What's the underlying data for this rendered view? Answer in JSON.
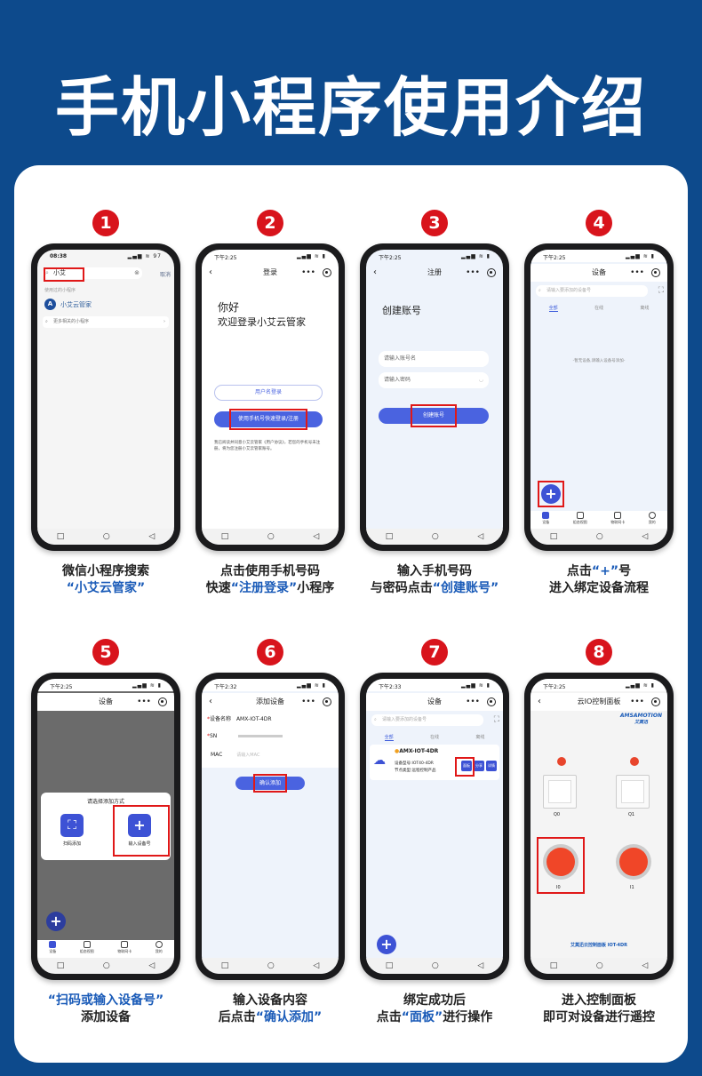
{
  "title": "手机小程序使用介绍",
  "steps": [
    {
      "num": "1",
      "caption_line1": "微信小程序搜索",
      "caption_line2_hl": "“小艾云管家”",
      "screen": {
        "time": "08:38",
        "battery": "97",
        "search_value": "小艾",
        "cancel": "取消",
        "section_label": "使用过的小程序",
        "app_name": "小艾云管家",
        "more_link": "更多相关的小程序"
      }
    },
    {
      "num": "2",
      "caption_line1": "点击使用手机号码",
      "caption_line2_pre": "快速",
      "caption_line2_hl": "“注册登录”",
      "caption_line2_post": "小程序",
      "screen": {
        "time": "下午2:25",
        "nav_title": "登录",
        "greeting1": "你好",
        "greeting2": "欢迎登录小艾云管家",
        "btn_username": "用户名登录",
        "btn_phone": "使用手机号快速登录/注册",
        "agreement": "我已阅读并同意小艾云管家《用户协议》，若您的手机号未注册，将为您注册小艾云管家账号。"
      }
    },
    {
      "num": "3",
      "caption_line1": "输入手机号码",
      "caption_line2_pre": "与密码点击",
      "caption_line2_hl": "“创建账号”",
      "screen": {
        "time": "下午2:25",
        "nav_title": "注册",
        "heading": "创建账号",
        "account_placeholder": "请输入账号名",
        "password_placeholder": "请输入密码",
        "btn_create": "创建账号"
      }
    },
    {
      "num": "4",
      "caption_line1_pre": "点击",
      "caption_line1_hl": "“+”",
      "caption_line1_post": "号",
      "caption_line2": "进入绑定设备流程",
      "screen": {
        "time": "下午2:25",
        "nav_title": "设备",
        "search_placeholder": "请输入要添加的设备号",
        "tabs": [
          "全部",
          "在线",
          "离线"
        ],
        "empty_text": "-暂无设备,请输入设备号添加-",
        "nav_items": [
          "设备",
          "组态视图",
          "物联网卡",
          "我的"
        ]
      }
    },
    {
      "num": "5",
      "caption_line1_hl": "“扫码或输入设备号”",
      "caption_line2": "添加设备",
      "screen": {
        "time": "下午2:25",
        "nav_title": "设备",
        "dialog_title": "请选择添加方式",
        "opt_scan": "扫码添加",
        "opt_input": "输入设备号",
        "nav_items": [
          "设备",
          "组态视图",
          "物联网卡",
          "我的"
        ]
      }
    },
    {
      "num": "6",
      "caption_line1": "输入设备内容",
      "caption_line2_pre": "后点击",
      "caption_line2_hl": "“确认添加”",
      "screen": {
        "time": "下午2:32",
        "nav_title": "添加设备",
        "label_name": "设备名称",
        "value_name": "AMX-IOT-4DR",
        "label_sn": "SN",
        "label_mac": "MAC",
        "mac_placeholder": "请输入MAC",
        "btn_confirm": "确认添加"
      }
    },
    {
      "num": "7",
      "caption_line1": "绑定成功后",
      "caption_line2_pre": "点击",
      "caption_line2_hl": "“面板”",
      "caption_line2_post": "进行操作",
      "screen": {
        "time": "下午2:33",
        "nav_title": "设备",
        "search_placeholder": "请输入要添加的设备号",
        "tabs": [
          "全部",
          "在线",
          "离线"
        ],
        "device_name": "AMX-IOT-4DR",
        "device_model": "设备型号:IOT40-4DR",
        "device_type": "节点类型:远程控制产品",
        "btn_panel": "面板",
        "btn_share": "分享",
        "btn_detail": "详情"
      }
    },
    {
      "num": "8",
      "caption_line1": "进入控制面板",
      "caption_line2": "即可对设备进行遥控",
      "screen": {
        "time": "下午2:25",
        "nav_title": "云IO控制面板",
        "brand": "AMSAMOTION",
        "brand_cn": "艾莫迅",
        "labels": [
          "Q0",
          "Q1",
          "I0",
          "I1"
        ],
        "footer": "艾莫迅云控制面板 IOT-4DR"
      }
    }
  ]
}
